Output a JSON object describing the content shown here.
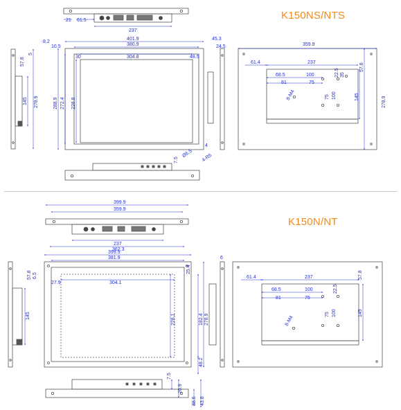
{
  "titles": {
    "top": "K150NS/NTS",
    "bottom": "K150N/NT"
  },
  "top_section": {
    "top_view": {
      "d1": "21",
      "d2": "61.5",
      "d3": "237"
    },
    "front_view": {
      "width_outer": "401.9",
      "width_mid": "380.9",
      "width_inner": "304.8",
      "left_offset": "10.5",
      "top_offset": "8.2",
      "left_margin": "30",
      "right_margin": "48.5",
      "right_side": "45.3",
      "right_side2": "24.5",
      "height_outer": "288.9",
      "height_mid": "272.4",
      "height_inner": "228.8",
      "hole": "Ø6.5",
      "corner": "4-R5",
      "corner_w": "4",
      "bottom_tab": "7.5"
    },
    "side_view": {
      "a": "5",
      "b": "57.8",
      "c": "145",
      "d": "278.9"
    },
    "rear_view": {
      "width": "359.9",
      "w237": "237",
      "left": "61.4",
      "d68": "68.5",
      "d81": "81",
      "d100": "100",
      "d75": "75",
      "d22": "22.5",
      "d35": "35",
      "v75": "75",
      "v100": "100",
      "screw": "8-M4",
      "h57": "57.8",
      "h145": "145",
      "h278": "278.9"
    }
  },
  "bottom_section": {
    "top_view": {
      "w399": "399.9",
      "w359": "359.9",
      "w237": "237",
      "w362": "362.3"
    },
    "front_view": {
      "width_outer": "399.9",
      "width_mid": "381.9",
      "width_inner": "304.1",
      "left_offset": "27.9",
      "right_offset": "25.4",
      "height_inner": "228.1",
      "height_mid": "182.4",
      "height_outer": "278.9",
      "bottom_margin": "48.2",
      "side_gap": "6"
    },
    "side_view": {
      "a": "6.5",
      "b": "57.8",
      "c": "145"
    },
    "bottom_view": {
      "a": "7.5",
      "b": "20.9",
      "c": "38.6",
      "d": "43.8"
    },
    "rear_view": {
      "left": "61.4",
      "w237": "237",
      "d68": "68.5",
      "d81": "81",
      "d100": "100",
      "d75": "75",
      "d22": "22.5",
      "v75": "75",
      "v100": "100",
      "screw": "8-M4",
      "h57": "57.8",
      "h145": "145"
    }
  }
}
